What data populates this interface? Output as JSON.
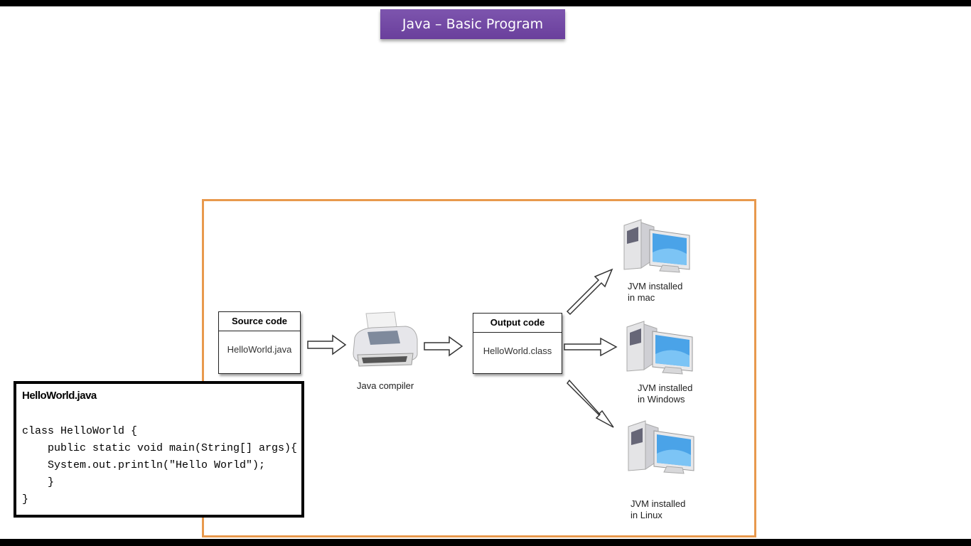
{
  "slide": {
    "title": "Java – Basic Program"
  },
  "diagram": {
    "source_box": {
      "header": "Source code",
      "body": "HelloWorld.java"
    },
    "compiler": {
      "label": "Java compiler",
      "icon": "printer-icon"
    },
    "output_box": {
      "header": "Output code",
      "body": "HelloWorld.class"
    },
    "targets": [
      {
        "line1": "JVM installed",
        "line2": "in mac",
        "icon": "computer-icon"
      },
      {
        "line1": "JVM installed",
        "line2": "in Windows",
        "icon": "computer-icon"
      },
      {
        "line1": "JVM installed",
        "line2": "in Linux",
        "icon": "computer-icon"
      }
    ],
    "colors": {
      "frame": "#e8994d",
      "title_bg": "#7350a5"
    }
  },
  "code_panel": {
    "filename": "HelloWorld.java",
    "lines": [
      "class HelloWorld {",
      "    public static void main(String[] args){",
      "    System.out.println(\"Hello World\");",
      "    }",
      "}"
    ]
  }
}
